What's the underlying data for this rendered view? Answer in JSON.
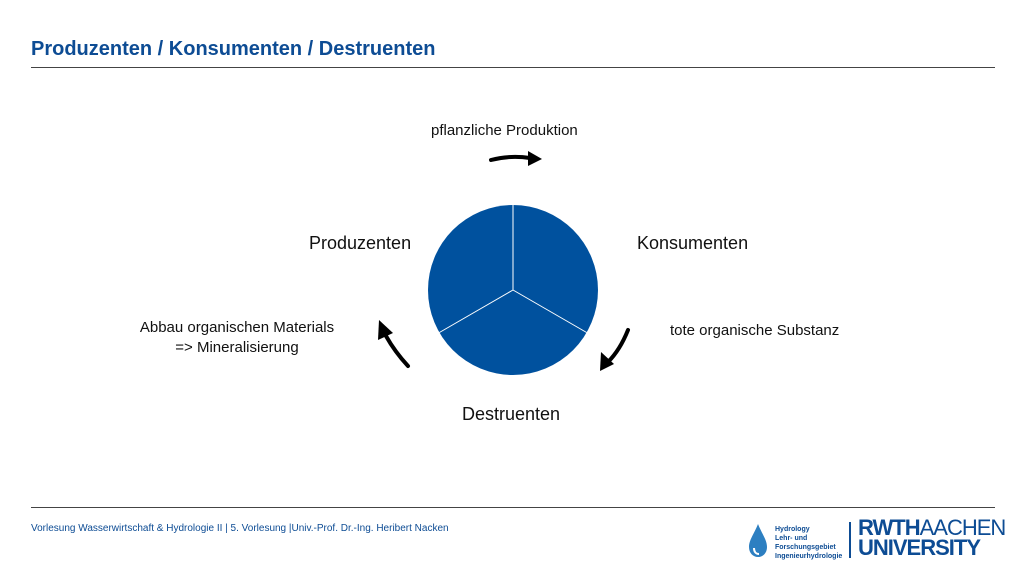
{
  "header": {
    "title": "Produzenten / Konsumenten / Destruenten"
  },
  "diagram": {
    "nodes": {
      "produzenten": "Produzenten",
      "konsumenten": "Konsumenten",
      "destruenten": "Destruenten"
    },
    "arrows": {
      "produzenten_to_konsumenten": "pflanzliche Produktion",
      "konsumenten_to_destruenten": "tote organische Substanz",
      "destruenten_to_produzenten_line1": "Abbau organischen Materials",
      "destruenten_to_produzenten_line2": "=> Mineralisierung"
    },
    "pie_color": "#00519e",
    "pie_segments": 3
  },
  "footer": {
    "text": "Vorlesung Wasserwirtschaft & Hydrologie II | 5. Vorlesung |Univ.-Prof. Dr.-Ing. Heribert Nacken",
    "hydro_logo": [
      "Hydrology",
      "Lehr- und",
      "Forschungsgebiet",
      "Ingenieurhydrologie"
    ],
    "rwth_logo": {
      "rwth": "RWTH",
      "aachen": "AACHEN",
      "university": "UNIVERSITY"
    }
  }
}
